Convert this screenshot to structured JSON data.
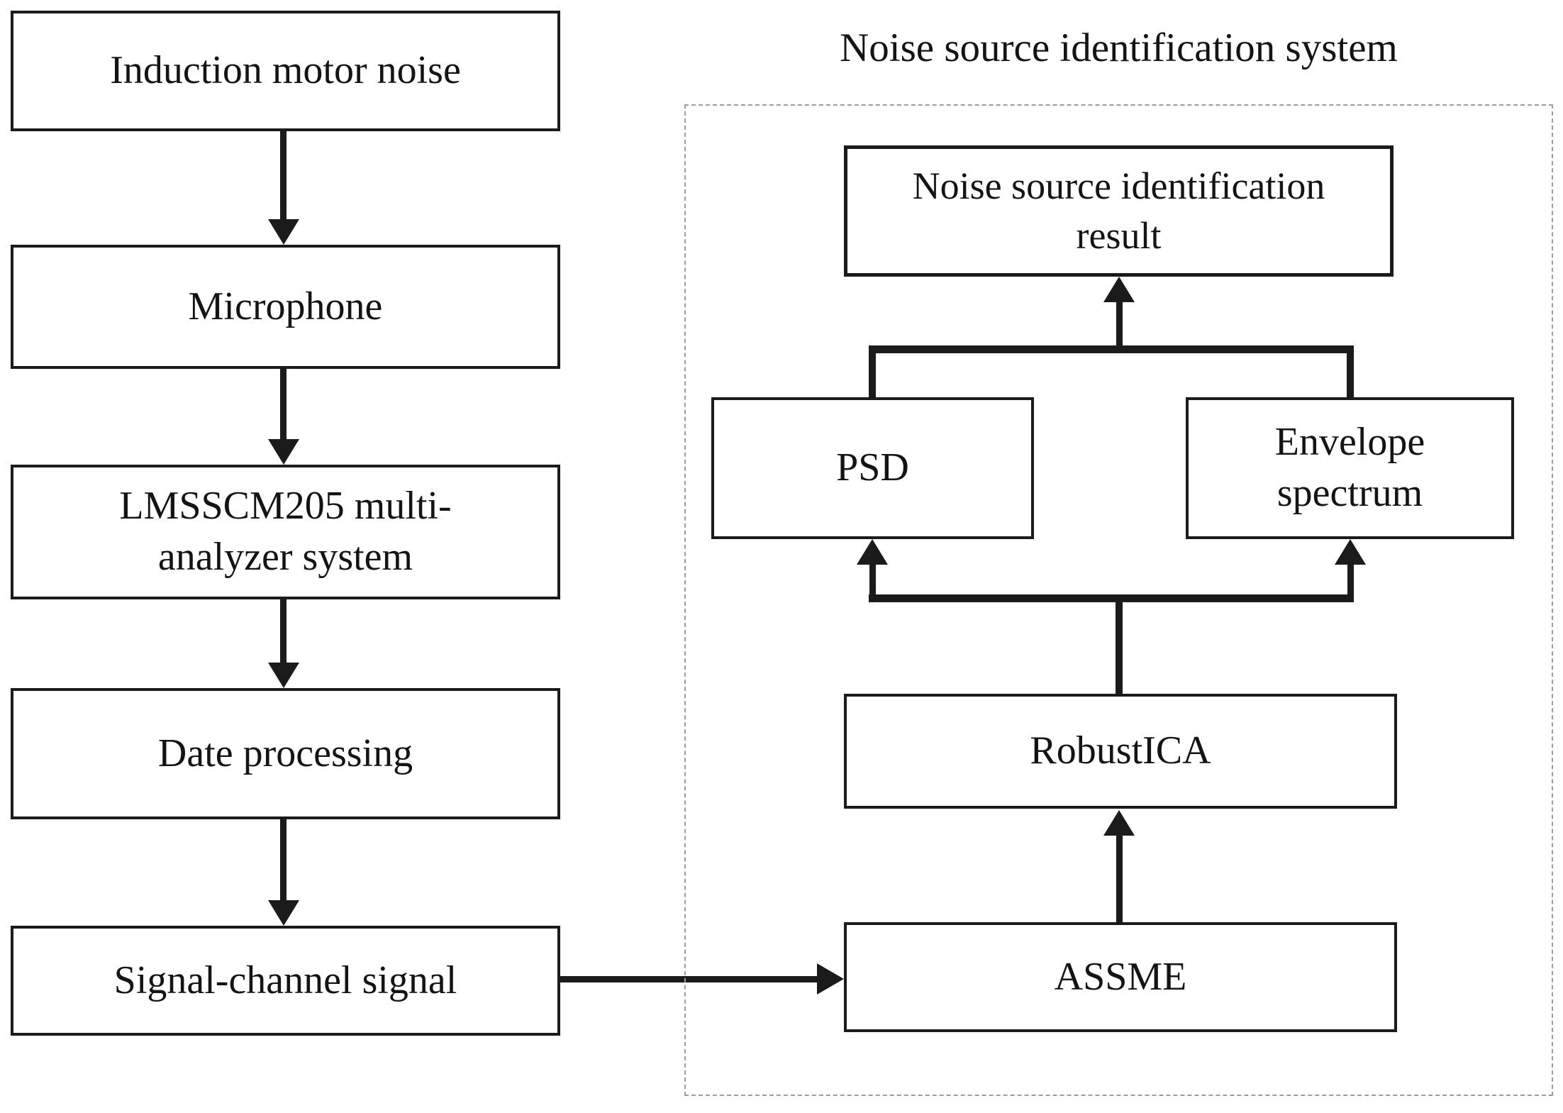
{
  "title": "Noise source identification system",
  "nodes": {
    "induction": {
      "label": "Induction motor noise"
    },
    "microphone": {
      "label": "Microphone"
    },
    "analyzer": {
      "line1": "LMSSCM205 multi-",
      "line2": "analyzer system"
    },
    "processing": {
      "label": "Date processing"
    },
    "signal": {
      "label": "Signal-channel signal"
    },
    "result": {
      "line1": "Noise source identification",
      "line2": "result"
    },
    "psd": {
      "label": "PSD"
    },
    "envelope": {
      "line1": "Envelope",
      "line2": "spectrum"
    },
    "robustica": {
      "label": "RobustICA"
    },
    "assme": {
      "label": "ASSME"
    }
  },
  "colors": {
    "line": "#1b1b1b",
    "text": "#141414",
    "background": "#ffffff",
    "dashed_border": "#9c9c9c"
  }
}
